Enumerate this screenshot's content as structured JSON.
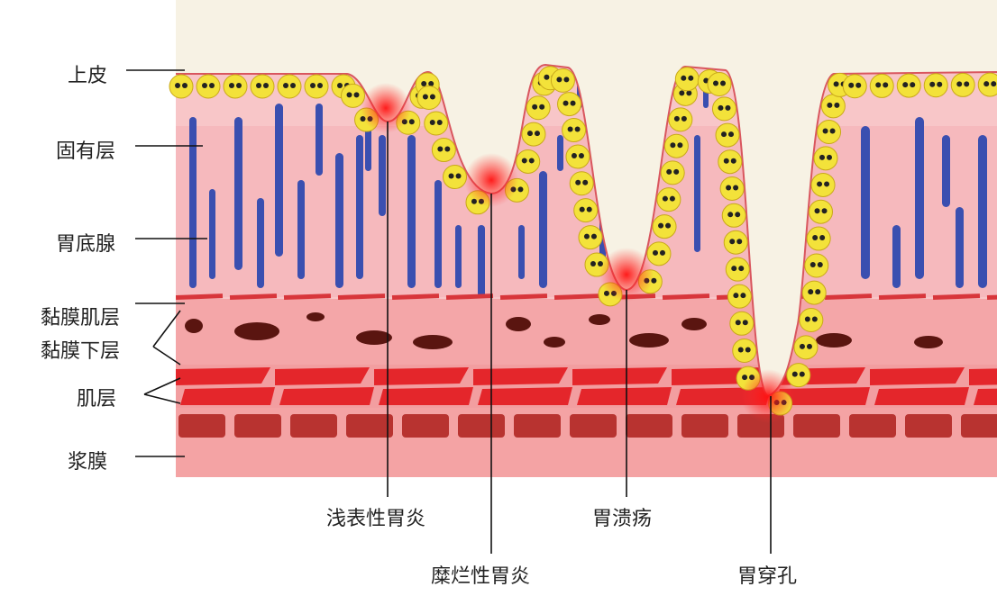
{
  "layer_labels": {
    "epithelium": "上皮",
    "lamina_propria": "固有层",
    "fundic_glands": "胃底腺",
    "muscularis_mucosae": "黏膜肌层",
    "submucosa": "黏膜下层",
    "muscularis": "肌层",
    "serosa": "浆膜"
  },
  "lesion_labels": {
    "superficial_gastritis": "浅表性胃炎",
    "erosive_gastritis": "糜烂性胃炎",
    "gastric_ulcer": "胃溃疡",
    "gastric_perforation": "胃穿孔"
  },
  "colors": {
    "lumen": "#f7f2e4",
    "lamina_propria": "#f8c6c8",
    "submucosa": "#f4a6a8",
    "muscle": "#e4262b",
    "serosa_blocks": "#b83330",
    "gland": "#3a4fb0",
    "cell": "#f3e23a",
    "inflammation": "#ff2a2a"
  }
}
